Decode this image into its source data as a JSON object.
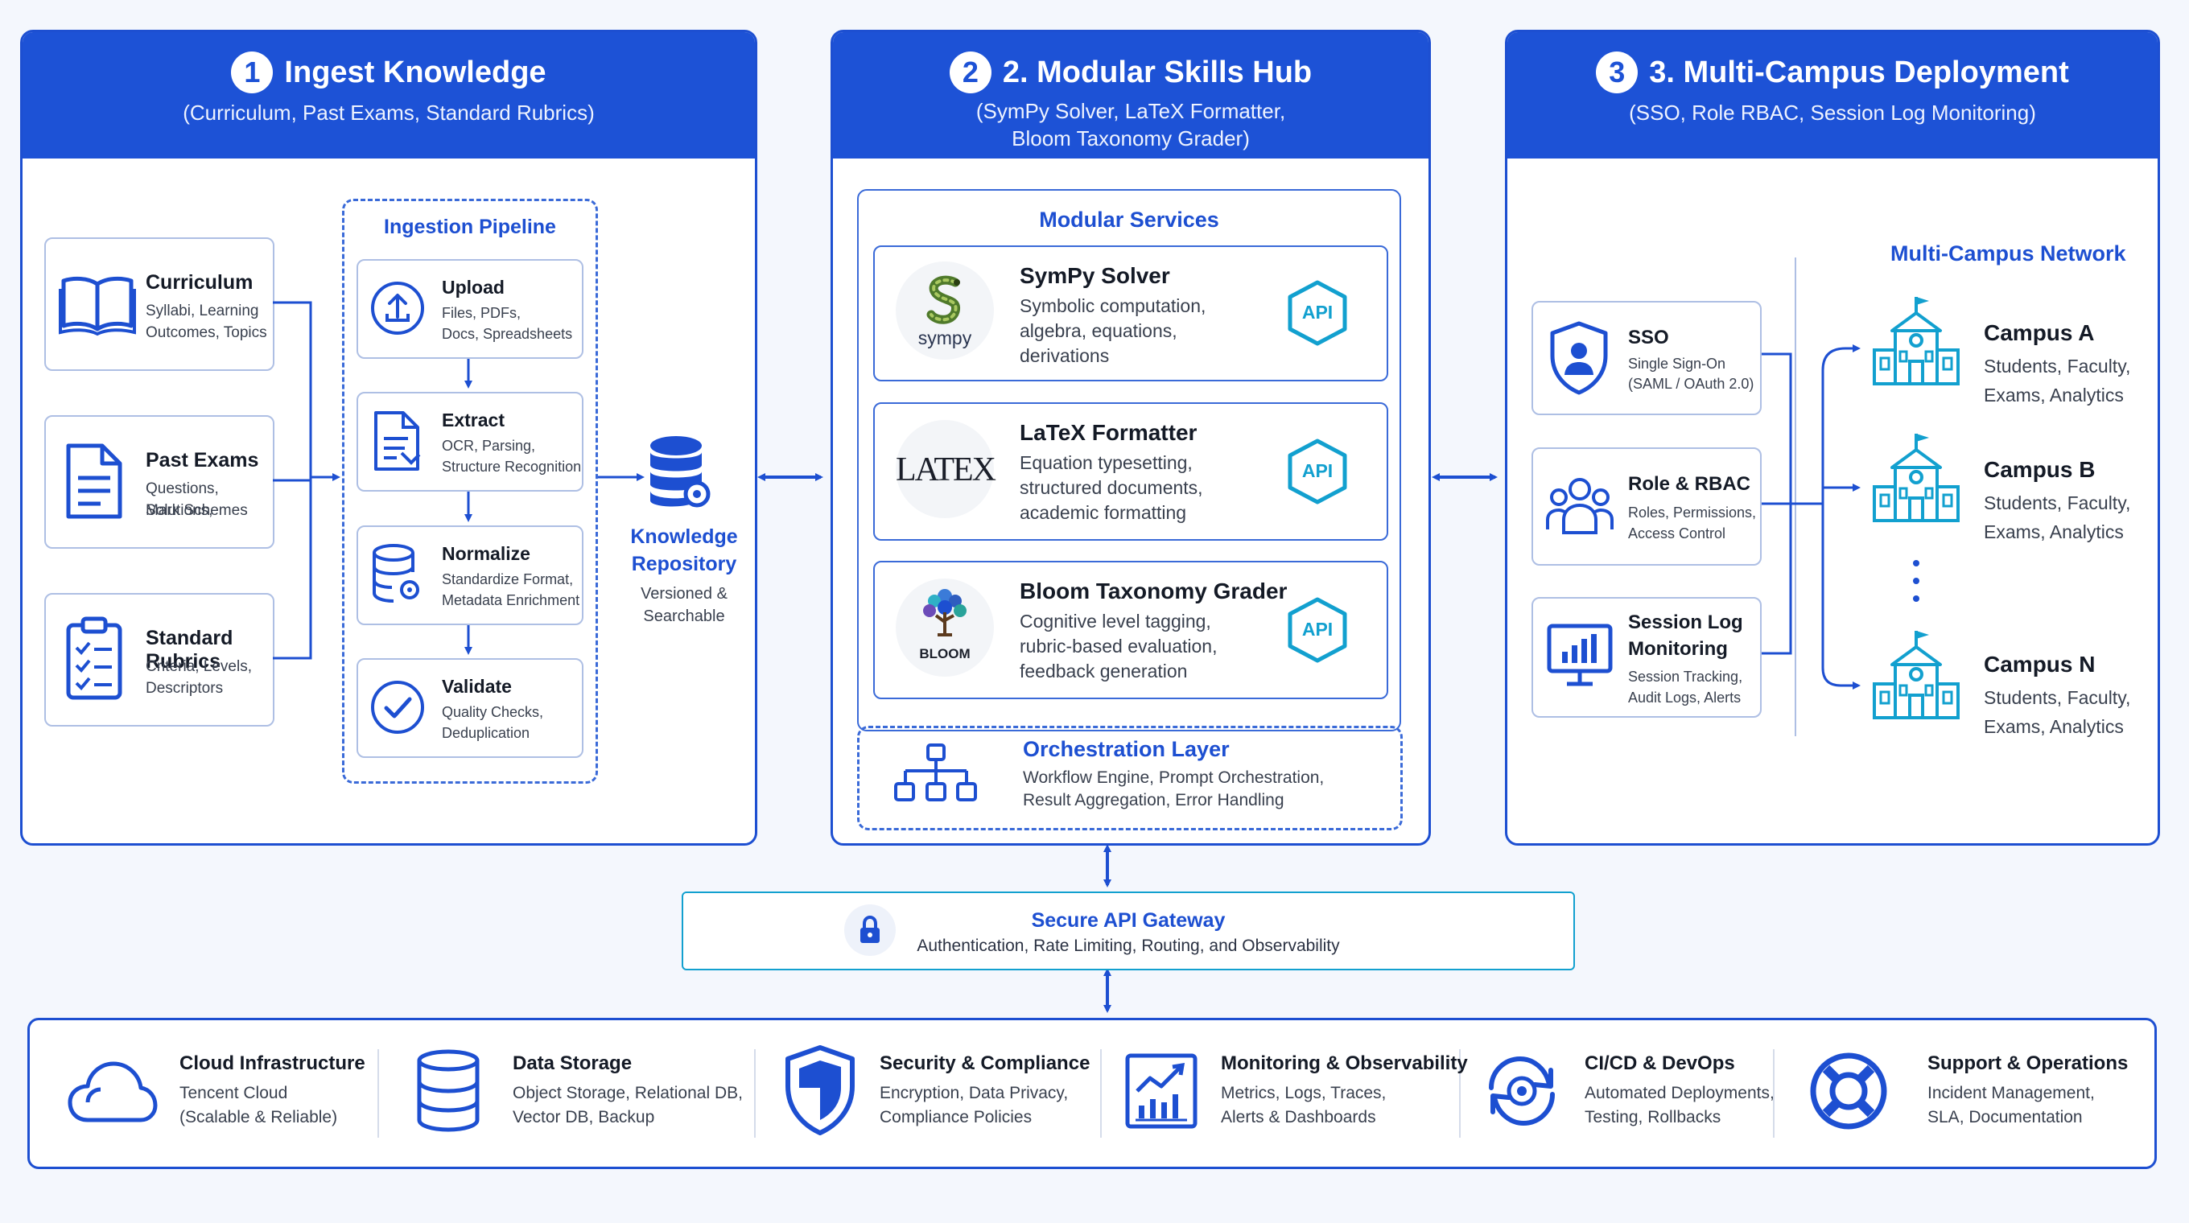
{
  "colors": {
    "primary": "#1d52d6",
    "accent_cyan": "#12a0cf",
    "border": "#aebfe4",
    "text": "#141a26"
  },
  "panel1": {
    "number": "1",
    "title": "Ingest Knowledge",
    "subtitle": "(Curriculum, Past Exams, Standard Rubrics)",
    "sources": [
      {
        "title": "Curriculum",
        "desc1": "Syllabi, Learning",
        "desc2": "Outcomes, Topics",
        "icon": "book-icon"
      },
      {
        "title": "Past Exams",
        "desc1": "Questions, Solutions,",
        "desc2": "Mark Schemes",
        "icon": "document-icon"
      },
      {
        "title": "Standard Rubrics",
        "desc1": "Criteria, Levels,",
        "desc2": "Descriptors",
        "icon": "clipboard-checklist-icon"
      }
    ],
    "pipeline_title": "Ingestion Pipeline",
    "steps": [
      {
        "title": "Upload",
        "desc1": "Files, PDFs,",
        "desc2": "Docs, Spreadsheets",
        "icon": "upload-icon"
      },
      {
        "title": "Extract",
        "desc1": "OCR, Parsing,",
        "desc2": "Structure Recognition",
        "icon": "extract-document-icon"
      },
      {
        "title": "Normalize",
        "desc1": "Standardize Format,",
        "desc2": "Metadata Enrichment",
        "icon": "database-gear-icon"
      },
      {
        "title": "Validate",
        "desc1": "Quality Checks,",
        "desc2": "Deduplication",
        "icon": "check-circle-icon"
      }
    ],
    "repo_title1": "Knowledge",
    "repo_title2": "Repository",
    "repo_desc1": "Versioned &",
    "repo_desc2": "Searchable"
  },
  "panel2": {
    "number": "2",
    "title": "2. Modular Skills Hub",
    "subtitle1": "(SymPy Solver, LaTeX Formatter,",
    "subtitle2": "Bloom Taxonomy Grader)",
    "services_title": "Modular Services",
    "services": [
      {
        "title": "SymPy Solver",
        "desc1": "Symbolic computation,",
        "desc2": "algebra, equations,",
        "desc3": "derivations",
        "logo_text": "sympy",
        "badge": "API"
      },
      {
        "title": "LaTeX Formatter",
        "desc1": "Equation typesetting,",
        "desc2": "structured documents,",
        "desc3": "academic formatting",
        "logo_text": "LATEX",
        "badge": "API"
      },
      {
        "title": "Bloom Taxonomy Grader",
        "desc1": "Cognitive level tagging,",
        "desc2": "rubric-based evaluation,",
        "desc3": "feedback generation",
        "logo_text": "BLOOM",
        "badge": "API"
      }
    ],
    "orchestration_title": "Orchestration Layer",
    "orchestration_desc1": "Workflow Engine, Prompt Orchestration,",
    "orchestration_desc2": "Result Aggregation, Error Handling"
  },
  "panel3": {
    "number": "3",
    "title": "3. Multi-Campus Deployment",
    "subtitle": "(SSO, Role RBAC, Session Log Monitoring)",
    "controls": [
      {
        "title": "SSO",
        "desc1": "Single Sign-On",
        "desc2": "(SAML / OAuth 2.0)",
        "icon": "shield-user-icon"
      },
      {
        "title": "Role & RBAC",
        "desc1": "Roles, Permissions,",
        "desc2": "Access Control",
        "icon": "users-icon"
      },
      {
        "title1": "Session Log",
        "title2": "Monitoring",
        "desc1": "Session Tracking,",
        "desc2": "Audit Logs, Alerts",
        "icon": "monitor-chart-icon"
      }
    ],
    "network_title": "Multi-Campus Network",
    "campuses": [
      {
        "title": "Campus A",
        "desc1": "Students, Faculty,",
        "desc2": "Exams, Analytics"
      },
      {
        "title": "Campus B",
        "desc1": "Students, Faculty,",
        "desc2": "Exams, Analytics"
      },
      {
        "title": "Campus N",
        "desc1": "Students, Faculty,",
        "desc2": "Exams, Analytics"
      }
    ]
  },
  "gateway": {
    "title": "Secure API Gateway",
    "desc": "Authentication, Rate Limiting, Routing, and Observability"
  },
  "infra": [
    {
      "title": "Cloud Infrastructure",
      "desc1": "Tencent Cloud",
      "desc2": "(Scalable & Reliable)",
      "icon": "cloud-icon"
    },
    {
      "title": "Data Storage",
      "desc1": "Object Storage, Relational DB,",
      "desc2": "Vector DB, Backup",
      "icon": "database-icon"
    },
    {
      "title": "Security & Compliance",
      "desc1": "Encryption, Data Privacy,",
      "desc2": "Compliance Policies",
      "icon": "shield-icon"
    },
    {
      "title": "Monitoring & Observability",
      "desc1": "Metrics, Logs, Traces,",
      "desc2": "Alerts & Dashboards",
      "icon": "chart-monitor-icon"
    },
    {
      "title": "CI/CD & DevOps",
      "desc1": "Automated Deployments,",
      "desc2": "Testing, Rollbacks",
      "icon": "refresh-cycle-icon"
    },
    {
      "title": "Support & Operations",
      "desc1": "Incident Management,",
      "desc2": "SLA, Documentation",
      "icon": "lifebuoy-icon"
    }
  ]
}
